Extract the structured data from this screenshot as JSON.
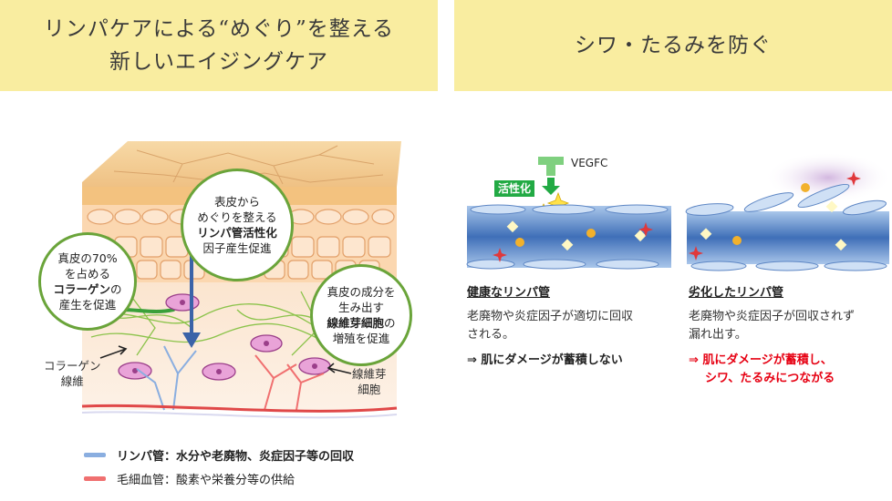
{
  "left_banner": {
    "line1": "リンパケアによる“めぐり”を整える",
    "line2": "新しいエイジングケア",
    "color": "#f9eda0"
  },
  "right_banner": {
    "title": "シワ・たるみを防ぐ",
    "color": "#f9eda0"
  },
  "skin_diagram": {
    "bubble_left": {
      "line1": "真皮の70%",
      "line2": "を占める",
      "line3_bold": "コラーゲン",
      "line3_suffix": "の",
      "line4": "産生を促進"
    },
    "bubble_center": {
      "line1": "表皮から",
      "line2": "めぐりを整える",
      "line3_bold": "リンパ管活性化",
      "line4": "因子産生促進"
    },
    "bubble_right": {
      "line1": "真皮の成分を",
      "line2": "生み出す",
      "line3_bold": "線維芽細胞",
      "line3_suffix": "の",
      "line4": "増殖を促進"
    },
    "label_collagen": {
      "line1": "コラーゲン",
      "line2": "線維"
    },
    "label_fibroblast": {
      "line1": "線維芽",
      "line2": "細胞"
    },
    "bubble_border_color": "#6aa43a"
  },
  "legend": {
    "items": [
      {
        "label": "リンパ管：水分や老廃物、炎症因子等の回収",
        "color": "#8aaee0",
        "bold": true
      },
      {
        "label": "毛細血管：酸素や栄養分等の供給",
        "color": "#f07070",
        "bold": false
      }
    ]
  },
  "vessel_diagram": {
    "vegfc_label": "VEGFC",
    "activation_label": "活性化",
    "activation_color": "#22aa44"
  },
  "captions": {
    "healthy": {
      "title": "健康なリンパ管",
      "body1": "老廃物や炎症因子が適切に回収",
      "body2": "される。",
      "result": "⇒ 肌にダメージが蓄積しない"
    },
    "degraded": {
      "title": "劣化したリンパ管",
      "body1": "老廃物や炎症因子が回収されず",
      "body2": "漏れ出す。",
      "result1": "⇒ 肌にダメージが蓄積し、",
      "result2": "シワ、たるみにつながる",
      "result_color": "#e60012"
    }
  }
}
